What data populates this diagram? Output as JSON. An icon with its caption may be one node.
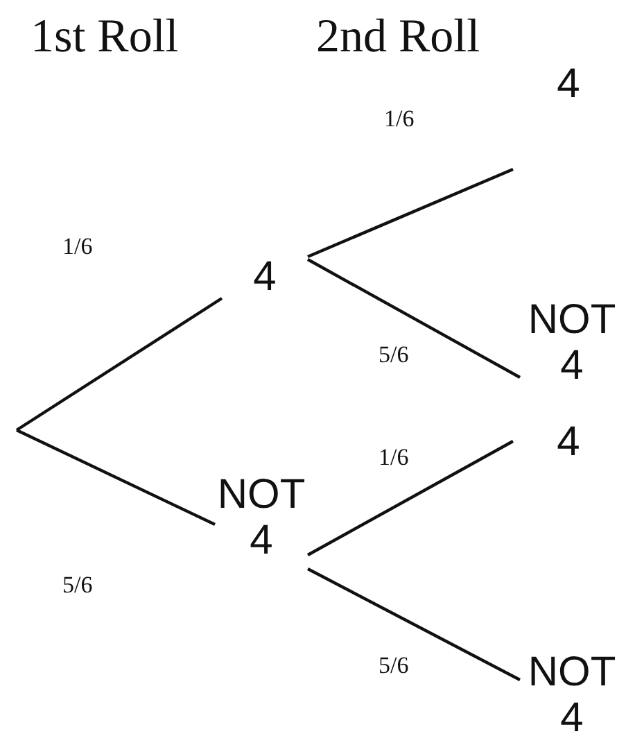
{
  "diagram": {
    "nodes": [
      {
        "text": [
          "4"
        ]
      },
      {
        "text": [
          "NOT 4"
        ]
      },
      {
        "text": [
          "4"
        ]
      },
      {
        "text": [
          "NOT 4"
        ]
      },
      {
        "text": [
          "4"
        ]
      },
      {
        "text": [
          "NOT 4"
        ]
      }
    ],
    "edges": [
      {
        "from": null,
        "to": 0,
        "arrow": "none",
        "label": "1/6"
      },
      {
        "from": null,
        "to": 1,
        "arrow": "none",
        "label": "5/6"
      },
      {
        "from": 0,
        "to": 2,
        "arrow": "none",
        "label": "1/6"
      },
      {
        "from": 0,
        "to": 3,
        "arrow": "none",
        "label": "5/6"
      },
      {
        "from": 1,
        "to": 4,
        "arrow": "none",
        "label": "1/6"
      },
      {
        "from": 1,
        "to": 5,
        "arrow": "none",
        "label": "5/6"
      }
    ],
    "labels": [
      "1st Roll",
      "2nd Roll"
    ]
  }
}
